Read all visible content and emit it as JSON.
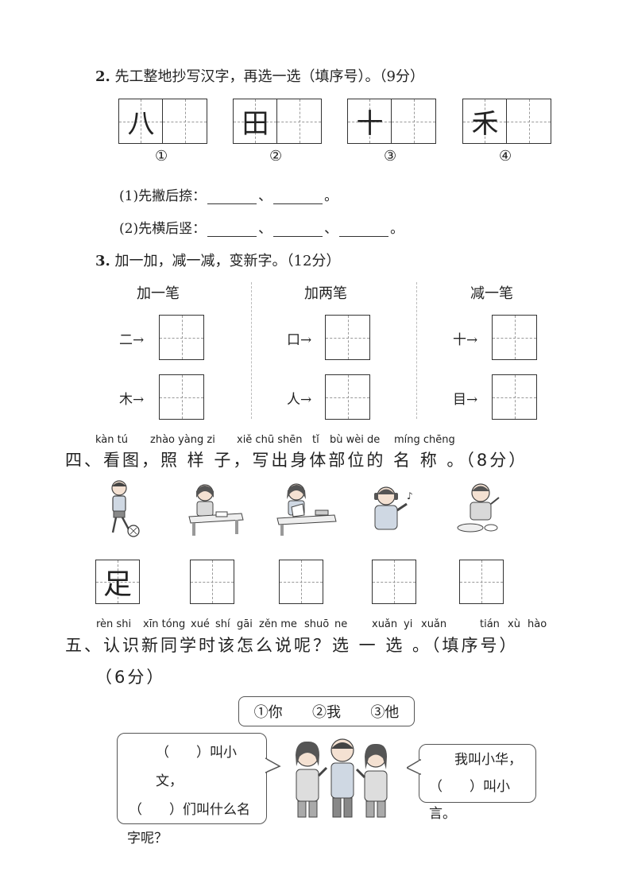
{
  "q2": {
    "number": "2.",
    "text": "先工整地抄写汉字，再选一选（填序号）。（9分）",
    "chars": [
      {
        "char": "八",
        "label": "①"
      },
      {
        "char": "田",
        "label": "②"
      },
      {
        "char": "十",
        "label": "③"
      },
      {
        "char": "禾",
        "label": "④"
      }
    ],
    "sub1_label": "(1)先撇后捺：",
    "sub1_sep": "、",
    "sub1_end": "。",
    "sub2_label": "(2)先横后竖：",
    "sub2_sep1": "、",
    "sub2_sep2": "、",
    "sub2_end": "。"
  },
  "q3": {
    "number": "3.",
    "text": "加一加，减一减，变新字。（12分）",
    "columns": [
      {
        "head": "加一笔",
        "items": [
          "二→",
          "木→"
        ]
      },
      {
        "head": "加两笔",
        "items": [
          "口→",
          "人→"
        ]
      },
      {
        "head": "减一笔",
        "items": [
          "十→",
          "目→"
        ]
      }
    ]
  },
  "s4": {
    "pinyin": [
      "kàn tú",
      "zhào yàng zi",
      "xiě chū shēn",
      "tǐ",
      "bù wèi de",
      "míng chēng"
    ],
    "title": "四、看图，照 样 子，写出身体部位的 名  称  。（8分）",
    "example_char": "足",
    "images": [
      "boy-kicking-ball",
      "girl-writing-at-desk",
      "girl-reading-book",
      "boy-listening-music",
      "boy-eating"
    ]
  },
  "s5": {
    "pinyin": [
      "rèn shi",
      "xīn tóng",
      "xué",
      "shí",
      "gāi",
      "zěn me",
      "shuō",
      "ne",
      "xuǎn",
      "yi",
      "xuǎn",
      "tián",
      "xù",
      "hào"
    ],
    "title": "五、认识新同学时该怎么说呢？选 一 选 。（填序号）",
    "score": "（6分）",
    "options": [
      "①你",
      "②我",
      "③他"
    ],
    "left_bubble": [
      "（　　）叫小文，",
      "（　　）们叫什么名",
      "字呢？"
    ],
    "right_bubble": [
      "我叫小华，",
      "（　　）叫小言。"
    ]
  }
}
